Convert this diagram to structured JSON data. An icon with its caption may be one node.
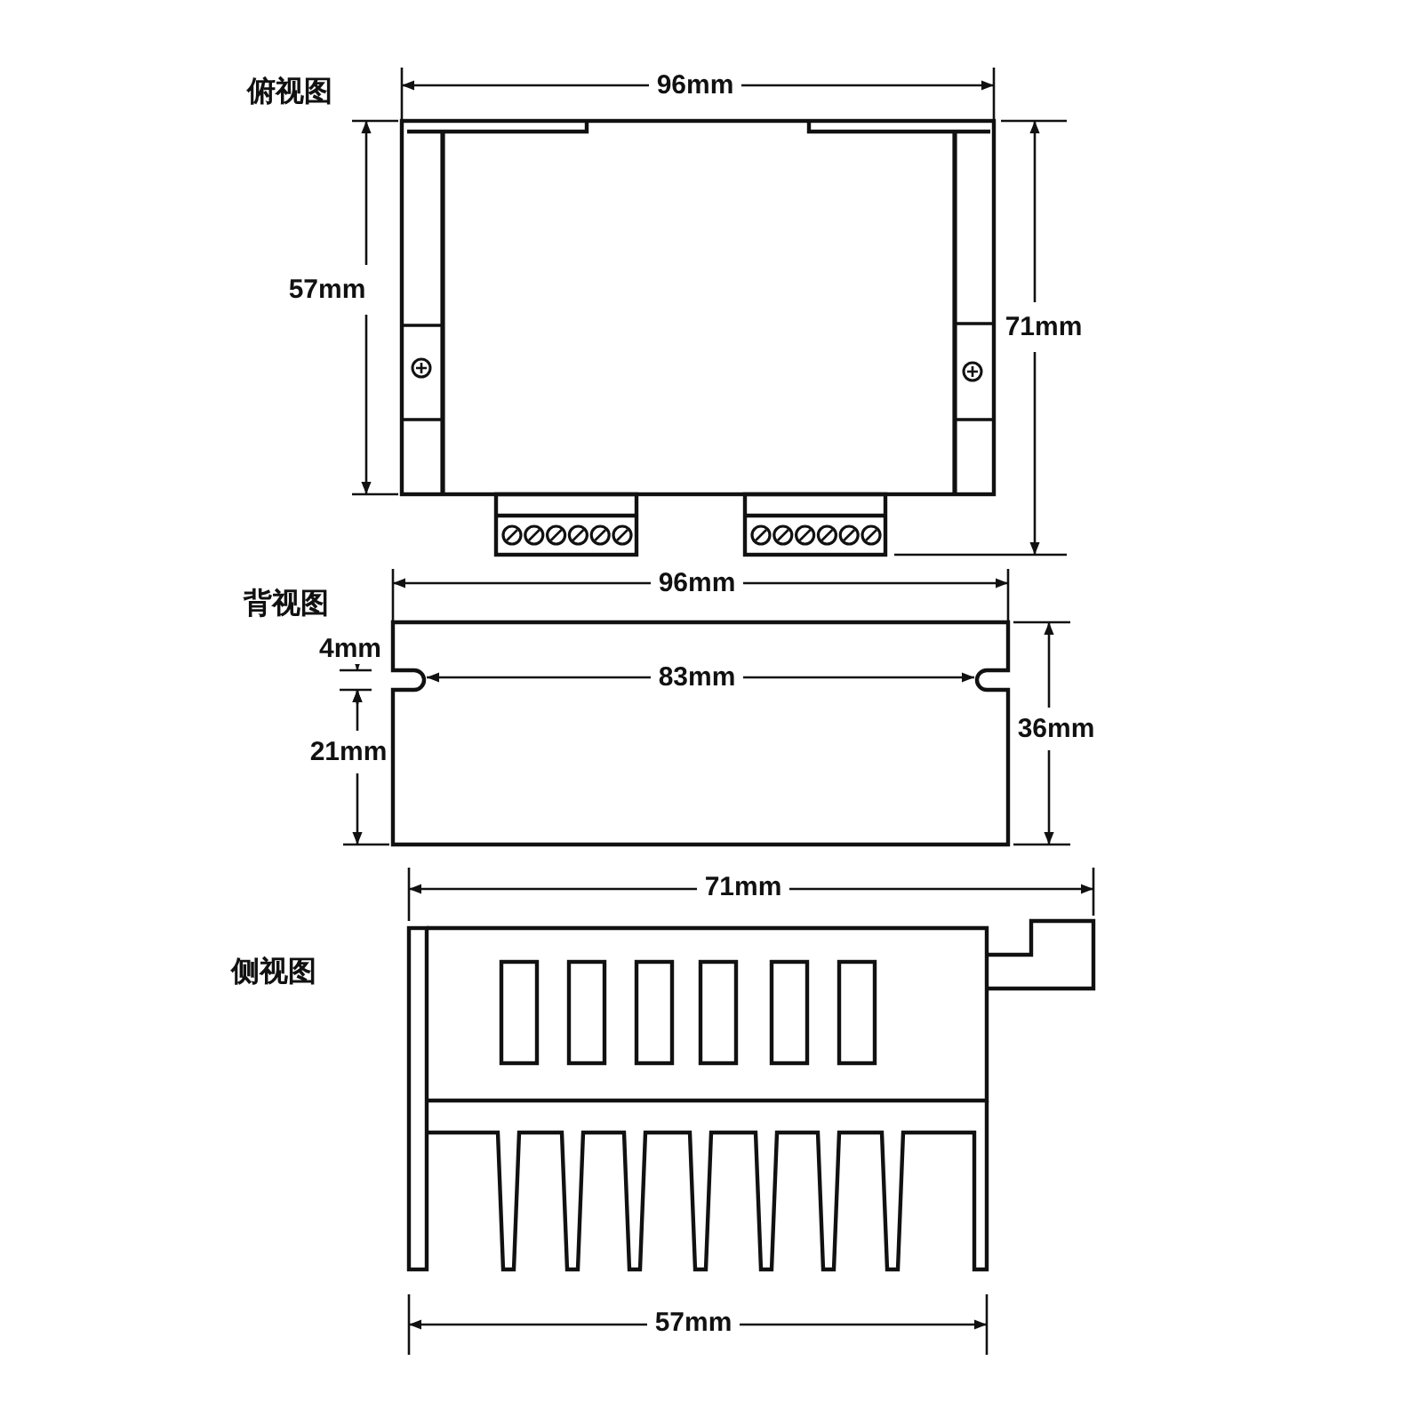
{
  "diagram": {
    "labels": [
      "俯视图",
      "96mm",
      "57mm",
      "71mm",
      "背视图",
      "96mm",
      "4mm",
      "83mm",
      "21mm",
      "36mm",
      "71mm",
      "侧视图",
      "57mm"
    ]
  }
}
